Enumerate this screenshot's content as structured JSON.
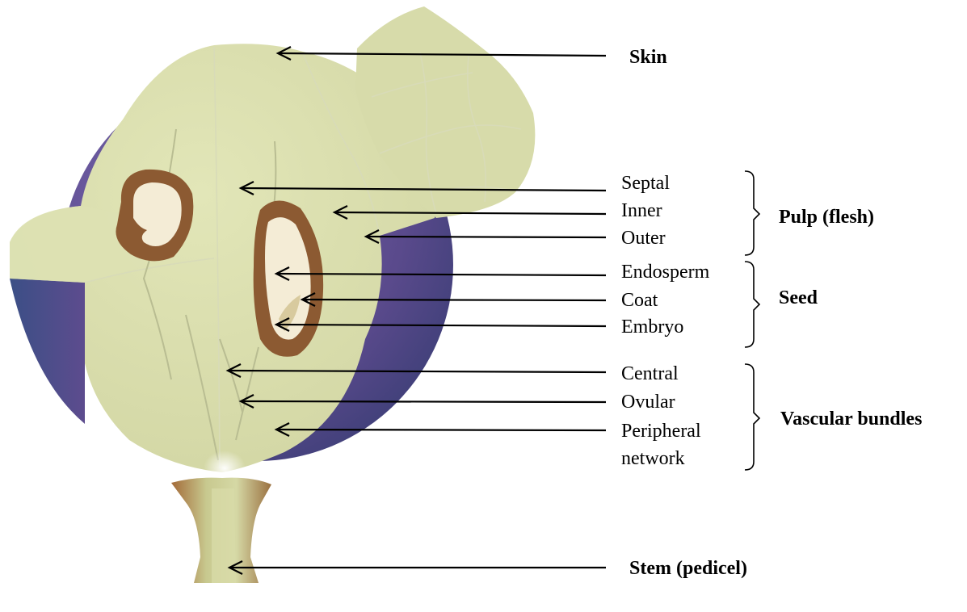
{
  "labels": {
    "skin": "Skin",
    "pulp_title": "Pulp (flesh)",
    "pulp_septal": "Septal",
    "pulp_inner": "Inner",
    "pulp_outer": "Outer",
    "seed_title": "Seed",
    "seed_endosperm": "Endosperm",
    "seed_coat": "Coat",
    "seed_embryo": "Embryo",
    "vascular_title": "Vascular bundles",
    "vascular_central": "Central",
    "vascular_ovular": "Ovular",
    "vascular_peripheral_line1": "Peripheral",
    "vascular_peripheral_line2": "network",
    "stem": "Stem (pedicel)"
  },
  "colors": {
    "skin_purple": "#5e4a8e",
    "flesh": "#d4d8a6",
    "seed_coat": "#8c5a32",
    "endosperm": "#f4ecd6"
  }
}
